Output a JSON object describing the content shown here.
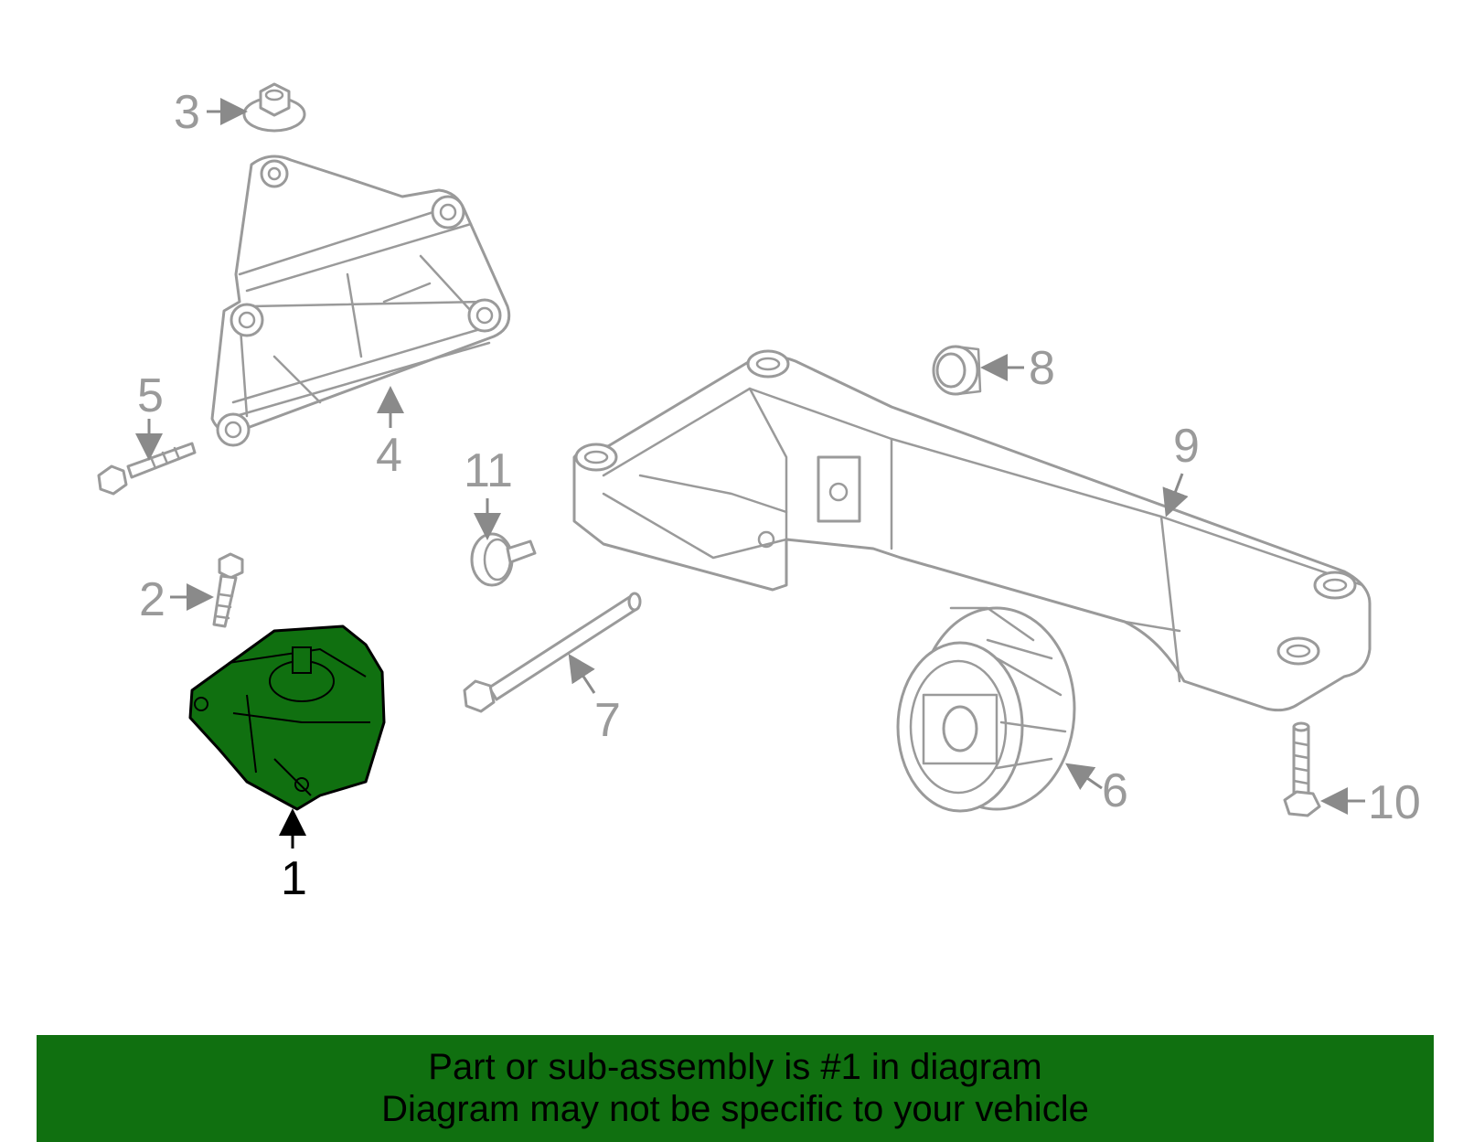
{
  "highlight_color": "#107010",
  "line_color": "#9a9a9a",
  "callouts": {
    "c1": "1",
    "c2": "2",
    "c3": "3",
    "c4": "4",
    "c5": "5",
    "c6": "6",
    "c7": "7",
    "c8": "8",
    "c9": "9",
    "c10": "10",
    "c11": "11"
  },
  "highlighted_part": "1",
  "banner": {
    "line1": "Part or sub-assembly is #1 in diagram",
    "line2": "Diagram may not be specific to your vehicle"
  }
}
